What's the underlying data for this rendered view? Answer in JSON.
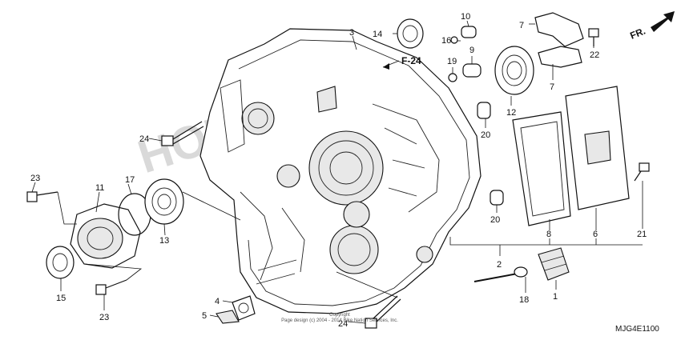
{
  "watermark": "HONDA",
  "reference_label": "F-24",
  "direction_label": "FR.",
  "diagram_code": "MJG4E1100",
  "copyright_line1": "Copyright",
  "copyright_line2": "Page design (c) 2004 - 2014 Bike Nation Services, Inc.",
  "callouts": {
    "c1": "1",
    "c2": "2",
    "c3": "3",
    "c4": "4",
    "c5": "5",
    "c6": "6",
    "c7a": "7",
    "c7b": "7",
    "c8": "8",
    "c9": "9",
    "c10": "10",
    "c11": "11",
    "c12": "12",
    "c13": "13",
    "c14": "14",
    "c15": "15",
    "c16": "16",
    "c17": "17",
    "c18": "18",
    "c19": "19",
    "c20a": "20",
    "c20b": "20",
    "c21": "21",
    "c22": "22",
    "c23a": "23",
    "c23b": "23",
    "c24a": "24",
    "c24b": "24"
  }
}
